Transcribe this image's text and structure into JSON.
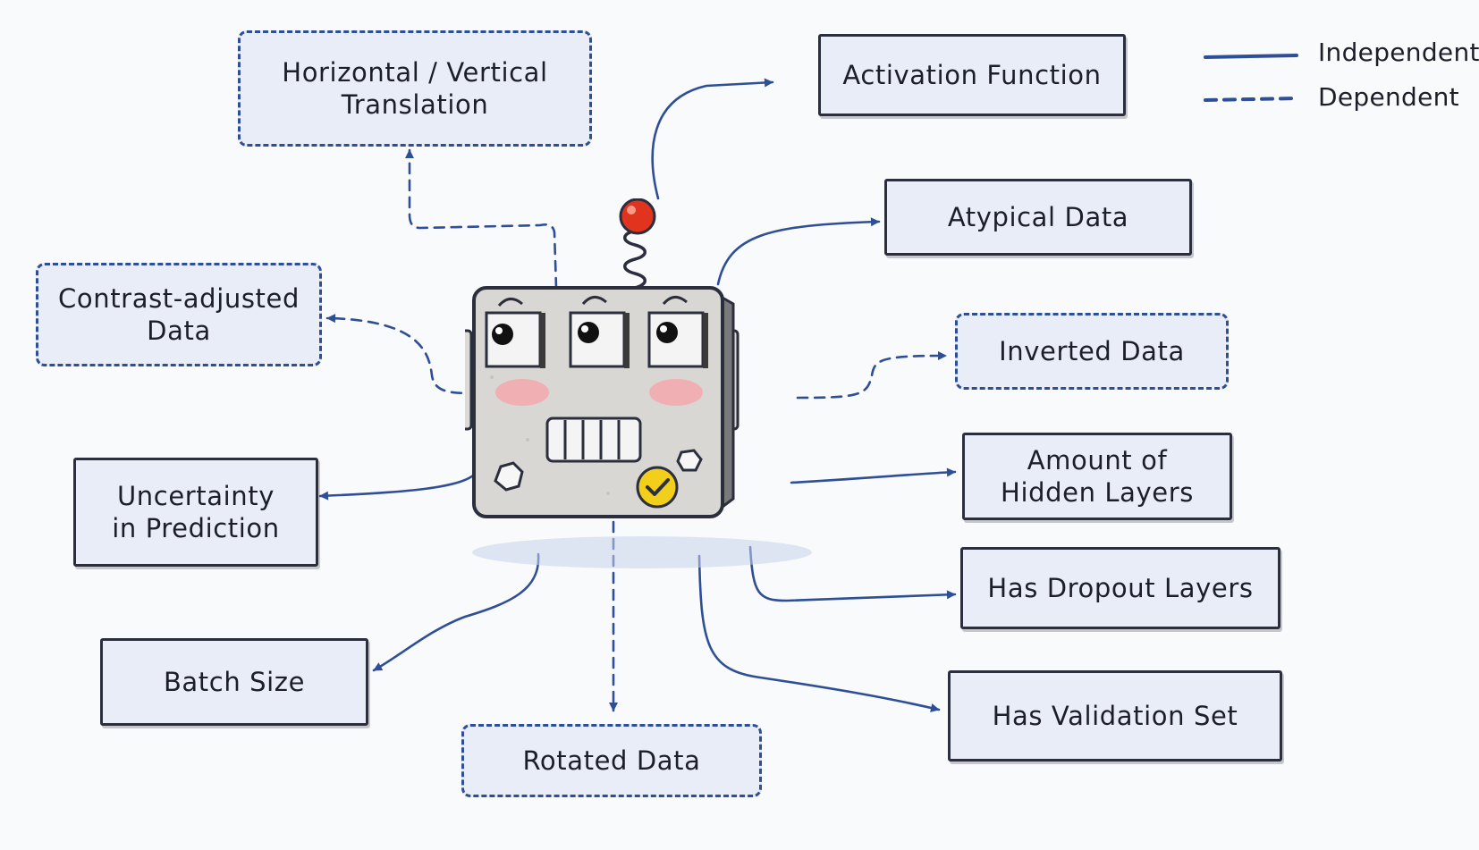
{
  "legend": {
    "independent_label": "Independent",
    "dependent_label": "Dependent"
  },
  "nodes": {
    "horizontal_vertical_translation": "Horizontal / Vertical\nTranslation",
    "contrast_adjusted_data": "Contrast-adjusted\nData",
    "uncertainty_in_prediction": "Uncertainty\nin Prediction",
    "batch_size": "Batch Size",
    "rotated_data": "Rotated Data",
    "activation_function": "Activation Function",
    "atypical_data": "Atypical Data",
    "inverted_data": "Inverted Data",
    "amount_of_hidden_layers": "Amount of\nHidden Layers",
    "has_dropout_layers": "Has Dropout Layers",
    "has_validation_set": "Has Validation Set"
  },
  "colors": {
    "line": "#2e4e96",
    "node_fill": "#e9edf8",
    "robot_body": "#d9d7d3",
    "antenna_ball": "#e0341f",
    "badge": "#f2cf1b",
    "cheek": "#f3a9ad"
  },
  "icons": {
    "central": "robot-icon",
    "badge": "checkmark-icon"
  }
}
